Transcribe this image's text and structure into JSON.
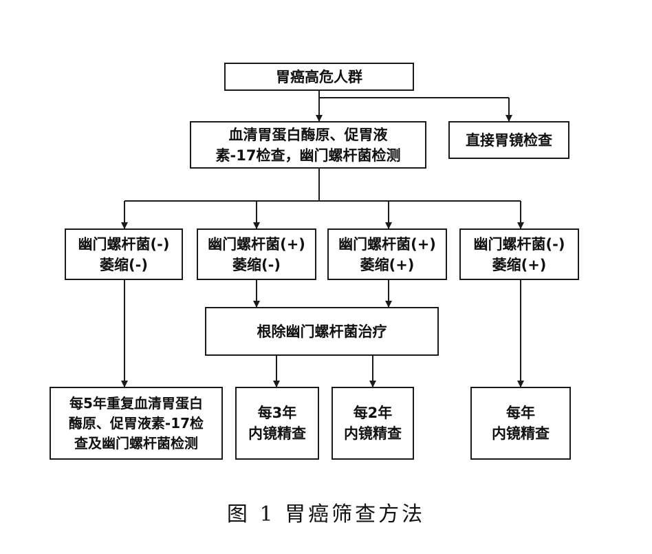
{
  "nodes": {
    "high_risk": {
      "lines": [
        "胃癌高危人群"
      ]
    },
    "serum_test": {
      "lines": [
        "血清胃蛋白酶原、促胃液",
        "素-17检查，幽门螺杆菌检测"
      ]
    },
    "direct_endoscopy": {
      "lines": [
        "直接胃镜检查"
      ]
    },
    "hp_neg_atrophy_neg": {
      "lines": [
        "幽门螺杆菌(-)",
        "萎缩(-)"
      ]
    },
    "hp_pos_atrophy_neg": {
      "lines": [
        "幽门螺杆菌(+)",
        "萎缩(-)"
      ]
    },
    "hp_pos_atrophy_pos": {
      "lines": [
        "幽门螺杆菌(+)",
        "萎缩(+)"
      ]
    },
    "hp_neg_atrophy_pos": {
      "lines": [
        "幽门螺杆菌(-)",
        "萎缩(+)"
      ]
    },
    "eradication": {
      "lines": [
        "根除幽门螺杆菌治疗"
      ]
    },
    "repeat_5yr": {
      "lines": [
        "每5年重复血清胃蛋白",
        "酶原、促胃液素-17检",
        "查及幽门螺杆菌检测"
      ]
    },
    "endo_3yr": {
      "lines": [
        "每3年",
        "内镜精查"
      ]
    },
    "endo_2yr": {
      "lines": [
        "每2年",
        "内镜精查"
      ]
    },
    "endo_1yr": {
      "lines": [
        "每年",
        "内镜精查"
      ]
    }
  },
  "caption": "图 1  胃癌筛查方法"
}
